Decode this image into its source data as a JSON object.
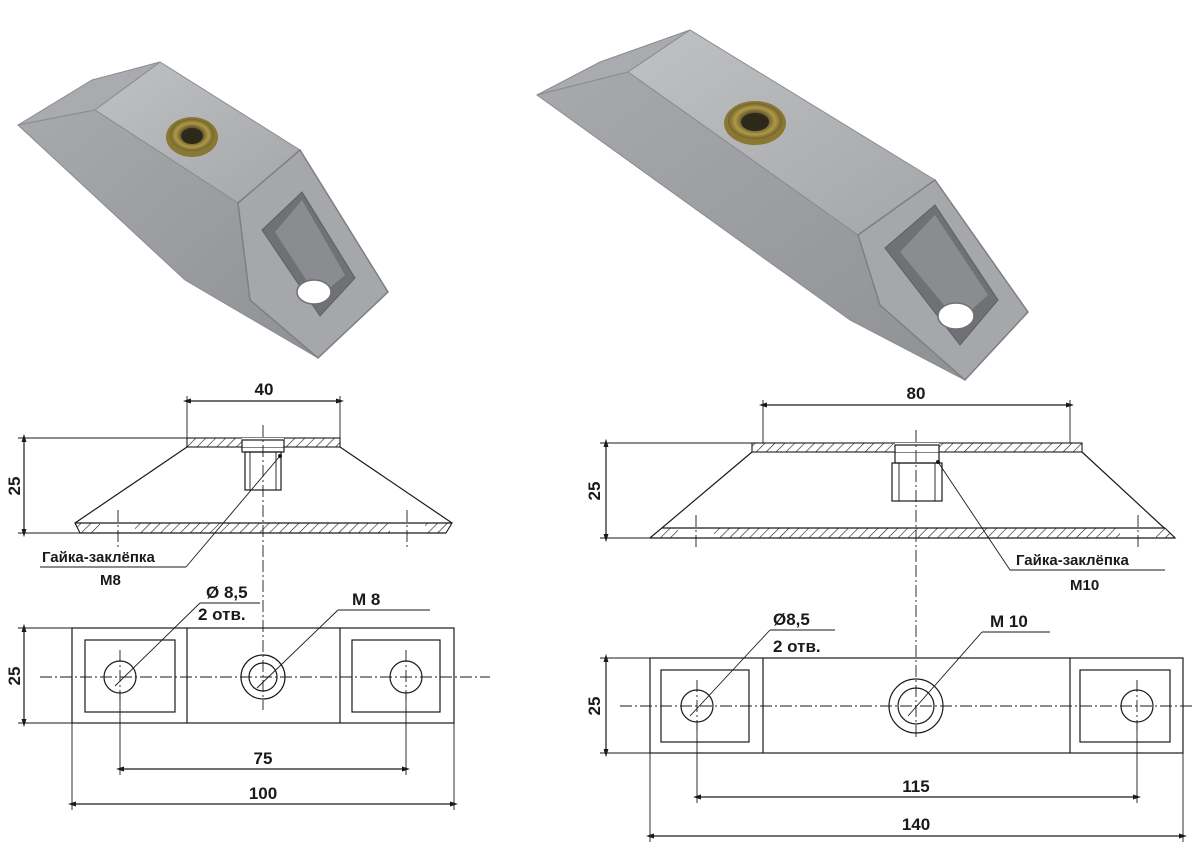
{
  "colors": {
    "part_light": "#b4b6b8",
    "part_mid": "#9c9ea1",
    "part_dark": "#7f8184",
    "part_edge": "#6a6c6f",
    "nut_brass": "#9a8436",
    "ink": "#1a1a1a"
  },
  "small_bracket": {
    "photo": {
      "icon": "small-bracket-photo"
    },
    "side_view": {
      "top_width": "40",
      "height": "25",
      "callout_name": "Гайка-заклёпка",
      "callout_size": "M8"
    },
    "top_view": {
      "height": "25",
      "hole_label": "Ø 8,5",
      "hole_count": "2 отв.",
      "thread_label": "M 8",
      "hole_spacing": "75",
      "total_length": "100"
    }
  },
  "large_bracket": {
    "photo": {
      "icon": "large-bracket-photo"
    },
    "side_view": {
      "top_width": "80",
      "height": "25",
      "callout_name": "Гайка-заклёпка",
      "callout_size": "M10"
    },
    "top_view": {
      "height": "25",
      "hole_label": "Ø8,5",
      "hole_count": "2 отв.",
      "thread_label": "M 10",
      "hole_spacing": "115",
      "total_length": "140"
    }
  }
}
